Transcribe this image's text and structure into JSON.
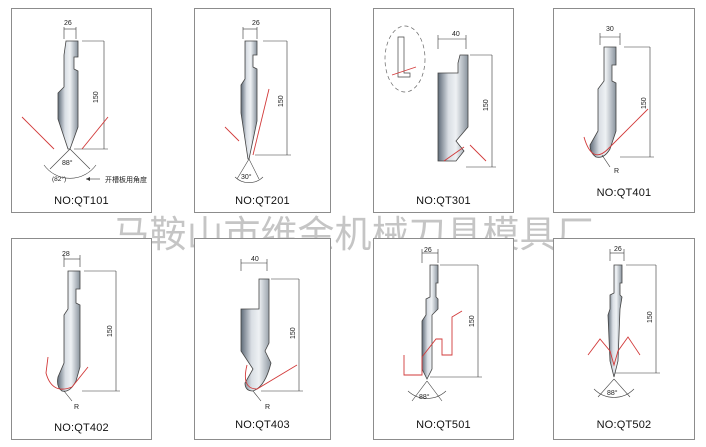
{
  "watermark": "马鞍山市维金机械刀具模具厂",
  "note": "开槽板用角度",
  "dimensions": {
    "w26": "26",
    "w30": "30",
    "w28": "28",
    "w40": "40",
    "h150": "150",
    "a88": "88°",
    "a82": "(82°)",
    "a30": "30°",
    "r": "R"
  },
  "tools": [
    {
      "label": "NO:QT101"
    },
    {
      "label": "NO:QT201"
    },
    {
      "label": "NO:QT301"
    },
    {
      "label": "NO:QT401"
    },
    {
      "label": "NO:QT402"
    },
    {
      "label": "NO:QT403"
    },
    {
      "label": "NO:QT501"
    },
    {
      "label": "NO:QT502"
    }
  ]
}
